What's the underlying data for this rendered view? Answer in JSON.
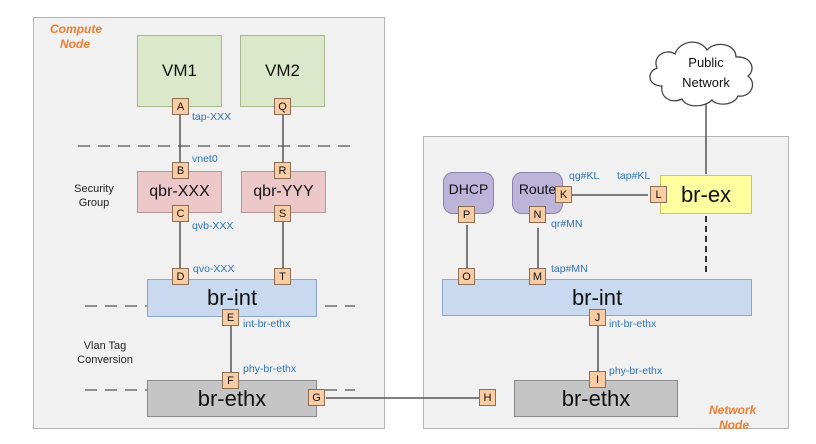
{
  "compute_node": {
    "title_line1": "Compute",
    "title_line2": "Node"
  },
  "network_node": {
    "title_line1": "Network",
    "title_line2": "Node"
  },
  "vms": {
    "vm1": "VM1",
    "vm2": "VM2"
  },
  "bridges": {
    "qbr_xxx": "qbr-XXX",
    "qbr_yyy": "qbr-YYY",
    "compute_br_int": "br-int",
    "compute_br_ethx": "br-ethx",
    "network_br_int": "br-int",
    "network_br_ethx": "br-ethx",
    "br_ex": "br-ex"
  },
  "services": {
    "dhcp": "DHCP",
    "router": "Route"
  },
  "cloud": {
    "line1": "Public",
    "line2": "Network"
  },
  "side_labels": {
    "security_line1": "Security",
    "security_line2": "Group",
    "vlan_line1": "Vlan Tag",
    "vlan_line2": "Conversion"
  },
  "ports": {
    "A": "A",
    "B": "B",
    "C": "C",
    "D": "D",
    "E": "E",
    "F": "F",
    "G": "G",
    "H": "H",
    "I": "I",
    "J": "J",
    "K": "K",
    "L": "L",
    "M": "M",
    "N": "N",
    "O": "O",
    "P": "P",
    "Q": "Q",
    "R": "R",
    "S": "S",
    "T": "T"
  },
  "interface_labels": {
    "tap_xxx": "tap-XXX",
    "vnet0": "vnet0",
    "qvb_xxx": "qvb-XXX",
    "qvo_xxx": "qvo-XXX",
    "int_br_ethx_compute": "int-br-ethx",
    "phy_br_ethx_compute": "phy-br-ethx",
    "qg_kl": "qg#KL",
    "tap_kl": "tap#KL",
    "qr_mn": "qr#MN",
    "tap_mn": "tap#MN",
    "int_br_ethx_network": "int-br-ethx",
    "phy_br_ethx_network": "phy-br-ethx"
  }
}
